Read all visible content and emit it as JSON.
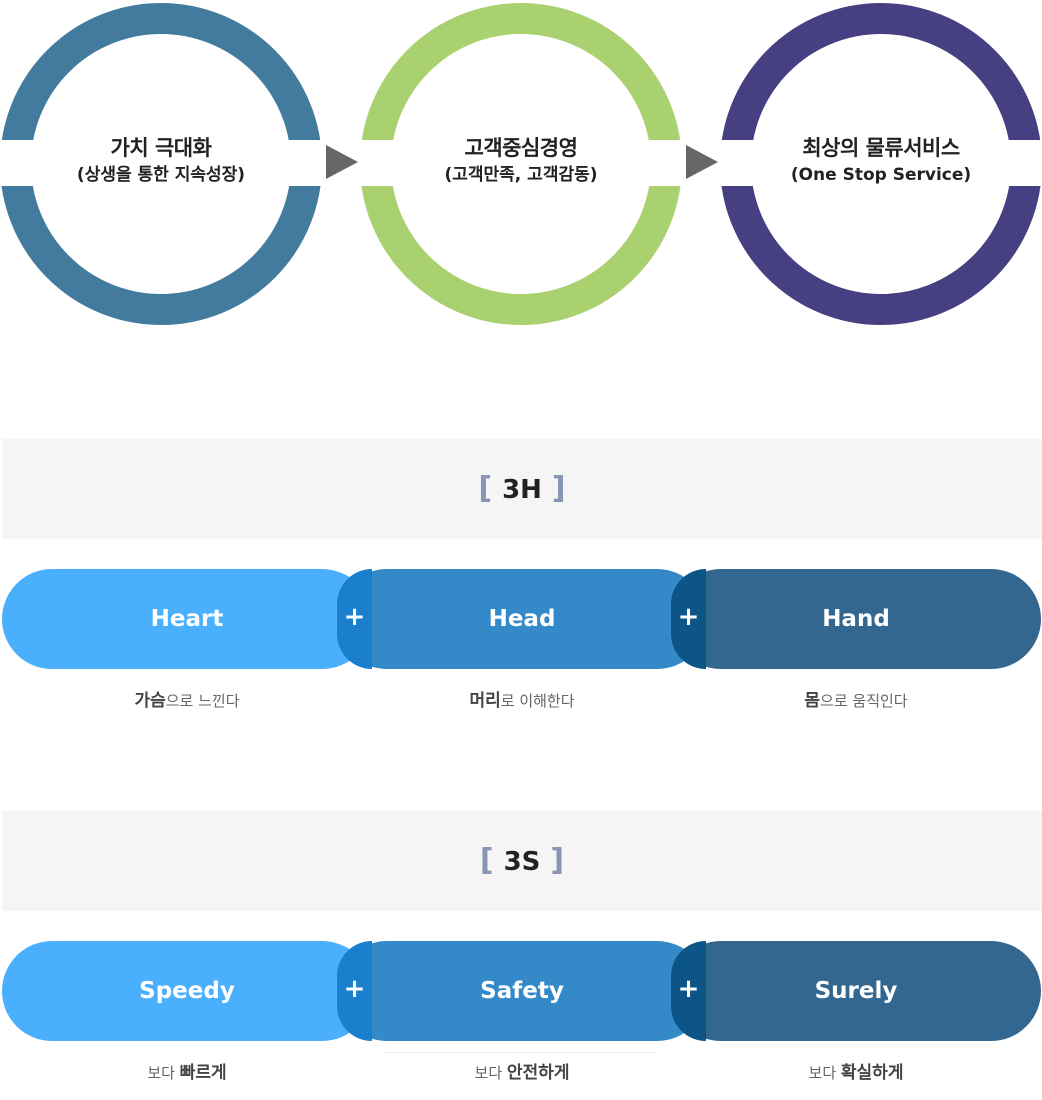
{
  "circles": [
    {
      "title": "가치 극대화",
      "subtitle": "(상생을 통한 지속성장)",
      "color": "#437b9f"
    },
    {
      "title": "고객중심경영",
      "subtitle": "(고객만족, 고객감동)",
      "color": "#a9d16f"
    },
    {
      "title": "최상의 물류서비스",
      "subtitle": "(One Stop Service)",
      "color": "#463f82"
    }
  ],
  "section_3h": {
    "title": "3H",
    "items": [
      {
        "label": "Heart",
        "caption_bold": "가슴",
        "caption_rest": "으로 느낀다"
      },
      {
        "label": "Head",
        "caption_bold": "머리",
        "caption_rest": "로 이해한다"
      },
      {
        "label": "Hand",
        "caption_bold": "몸",
        "caption_rest": "으로 움직인다"
      }
    ]
  },
  "section_3s": {
    "title": "3S",
    "items": [
      {
        "label": "Speedy",
        "caption_rest": "보다 ",
        "caption_bold": "빠르게"
      },
      {
        "label": "Safety",
        "caption_rest": "보다 ",
        "caption_bold": "안전하게"
      },
      {
        "label": "Surely",
        "caption_rest": "보다 ",
        "caption_bold": "확실하게"
      }
    ]
  },
  "bracket_open": "[",
  "bracket_close": "]",
  "plus_symbol": "+",
  "colors": {
    "pill_light": "#4ab0fd",
    "pill_mid": "#3489c9",
    "pill_dark": "#33678f",
    "overlap_1": "#1a7fcc",
    "overlap_2": "#0d5487",
    "bracket": "#8896b3",
    "header_bg": "#f5f5f5",
    "arrow": "#666666"
  }
}
